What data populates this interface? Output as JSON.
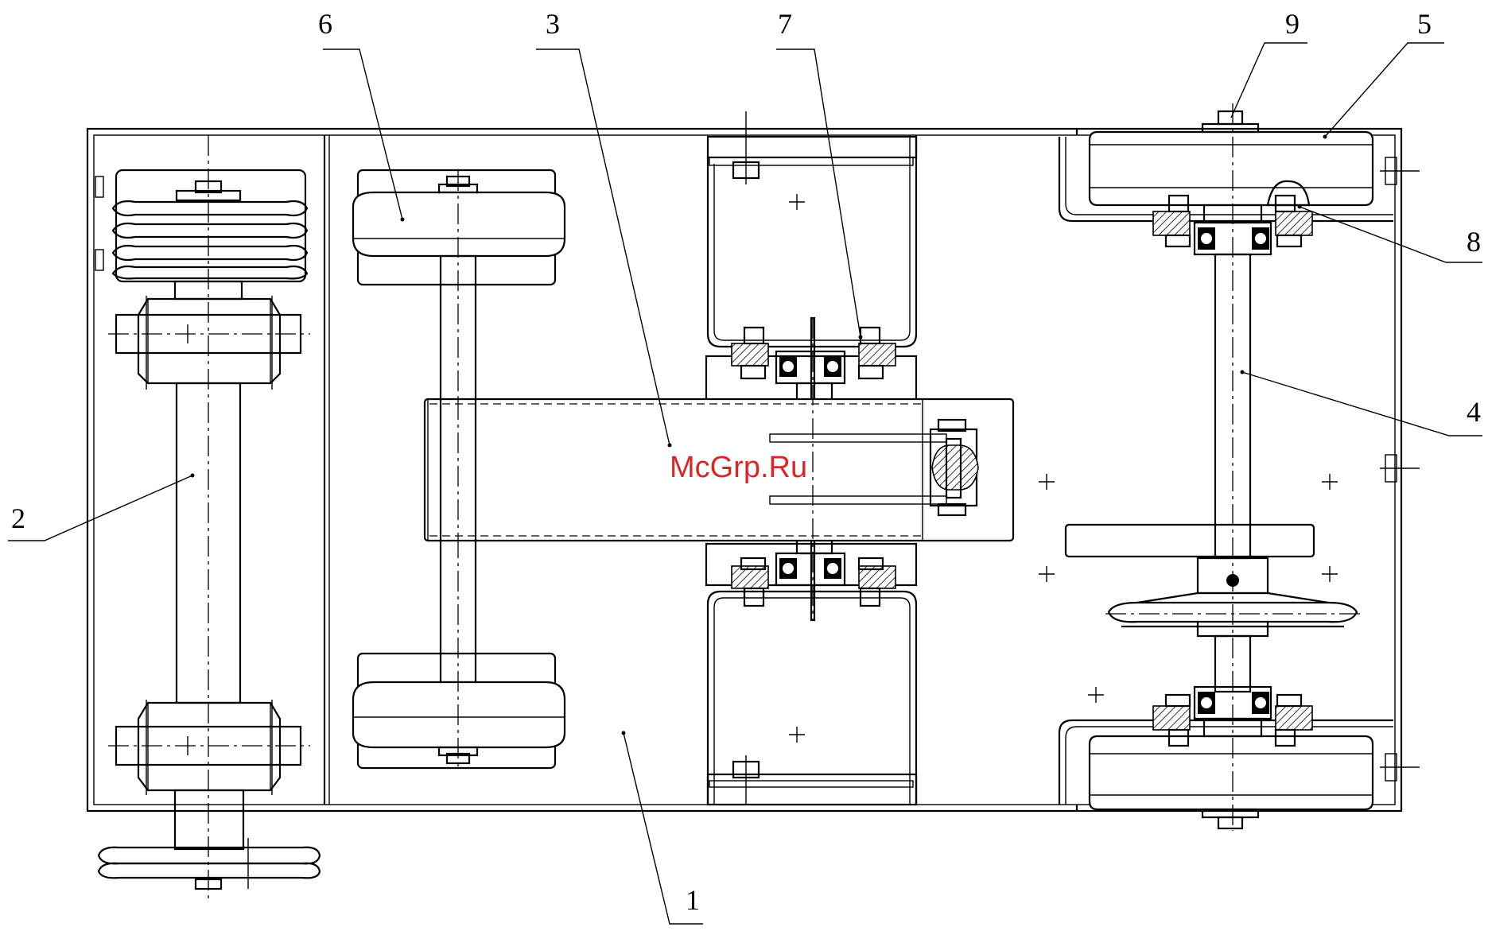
{
  "callouts": {
    "c1": "1",
    "c2": "2",
    "c3": "3",
    "c4": "4",
    "c5": "5",
    "c6": "6",
    "c7": "7",
    "c8": "8",
    "c9": "9"
  },
  "watermark": "McGrp.Ru",
  "colors": {
    "line": "#000000",
    "background": "#ffffff",
    "watermark": "#d22a2a"
  }
}
